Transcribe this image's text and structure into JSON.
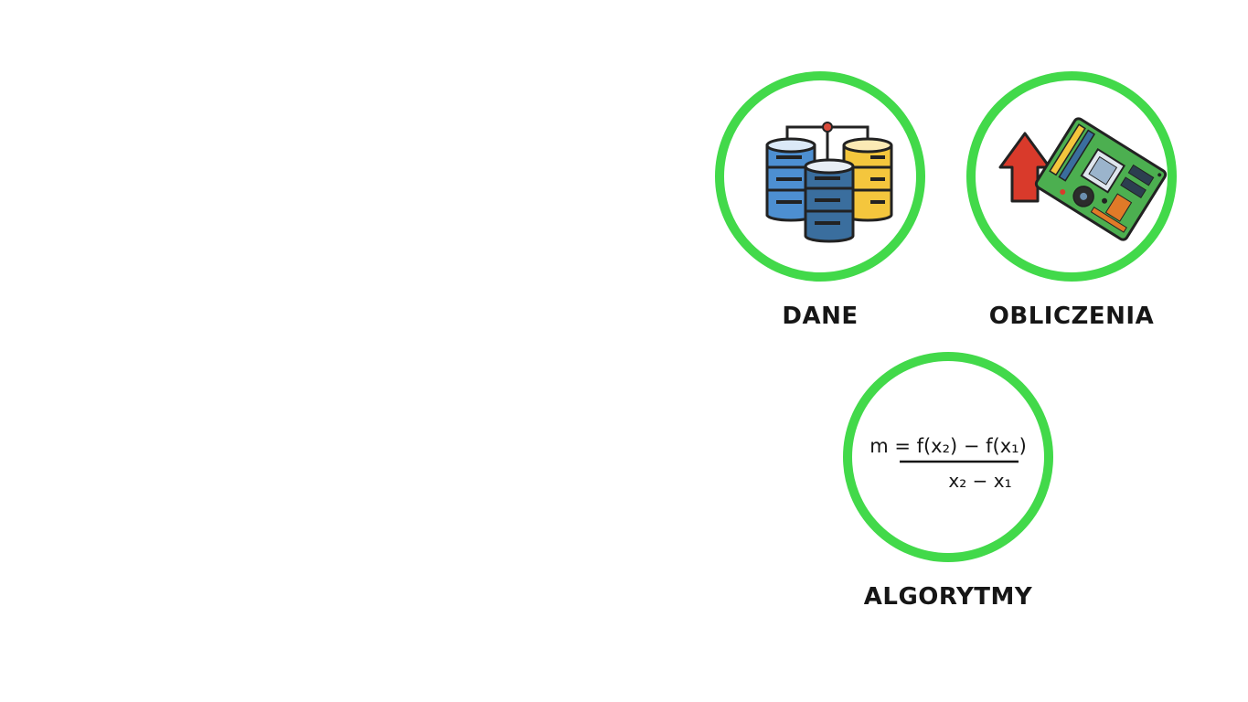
{
  "labels": {
    "dane": "DANE",
    "obliczenia": "OBLICZENIA",
    "algorytmy": "ALGORYTMY"
  },
  "formula": {
    "numerator": "m = f(x₂) − f(x₁)",
    "denominator": "x₂ − x₁"
  },
  "icons": {
    "dane": "database-cluster-icon",
    "obliczenia": "motherboard-with-up-arrow-icon",
    "algorytmy": "slope-formula-icon"
  },
  "colors": {
    "ring": "#42d94a",
    "label": "#161616",
    "db_blue": "#4d8fd1",
    "db_dark_blue": "#3a6e9e",
    "db_yellow": "#f4c63d",
    "arrow_red": "#d93a2b",
    "board_green": "#4caf50"
  }
}
